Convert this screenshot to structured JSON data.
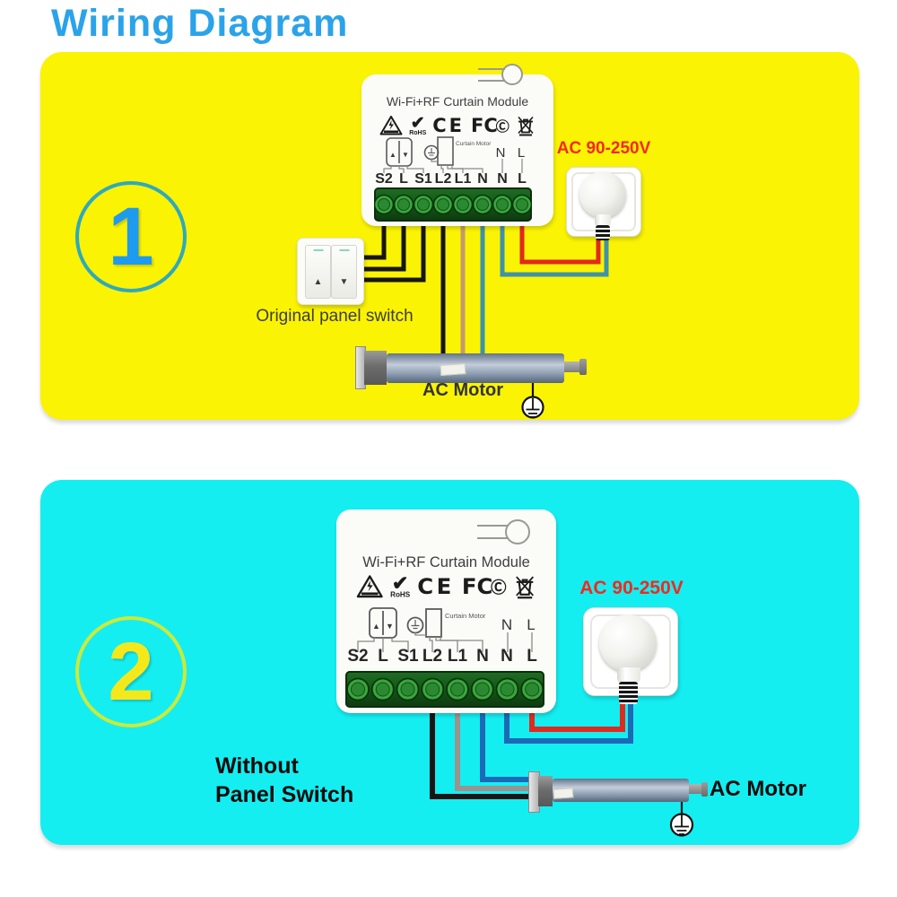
{
  "title": "Wiring Diagram",
  "module": {
    "title": "Wi-Fi+RF Curtain Module",
    "certifications": {
      "rohs": "RoHS",
      "ce": "CE",
      "fcc": "FC",
      "fcc_c": "Ⓒ"
    },
    "schematic": {
      "curtain_motor": "Curtain Motor",
      "n": "N",
      "l": "L",
      "up_arrow": "▲",
      "down_arrow": "▼"
    },
    "terminals": [
      "S2",
      "L",
      "S1",
      "L2",
      "L1",
      "N",
      "N",
      "L"
    ]
  },
  "section1": {
    "number": "1",
    "power_label": "AC 90-250V",
    "switch_label": "Original panel switch",
    "motor_label": "AC Motor"
  },
  "section2": {
    "number": "2",
    "power_label": "AC 90-250V",
    "without_line1": "Without",
    "without_line2": "Panel Switch",
    "motor_label": "AC Motor"
  },
  "wall_switch": {
    "up_arrow": "▲",
    "down_arrow": "▼"
  },
  "colors": {
    "panel1_bg": "#FAF303",
    "panel2_bg": "#14EEF1",
    "title_blue": "#2BA3E9",
    "power_red": "#F5281E",
    "wire_black": "#161616",
    "wire_red": "#E02A1F",
    "wire_teal": "#3E93A8",
    "wire_tan": "#C79A6B",
    "wire_blue": "#1C69B8",
    "wire_gray": "#9B938D",
    "terminal_green": "#39A63E"
  }
}
